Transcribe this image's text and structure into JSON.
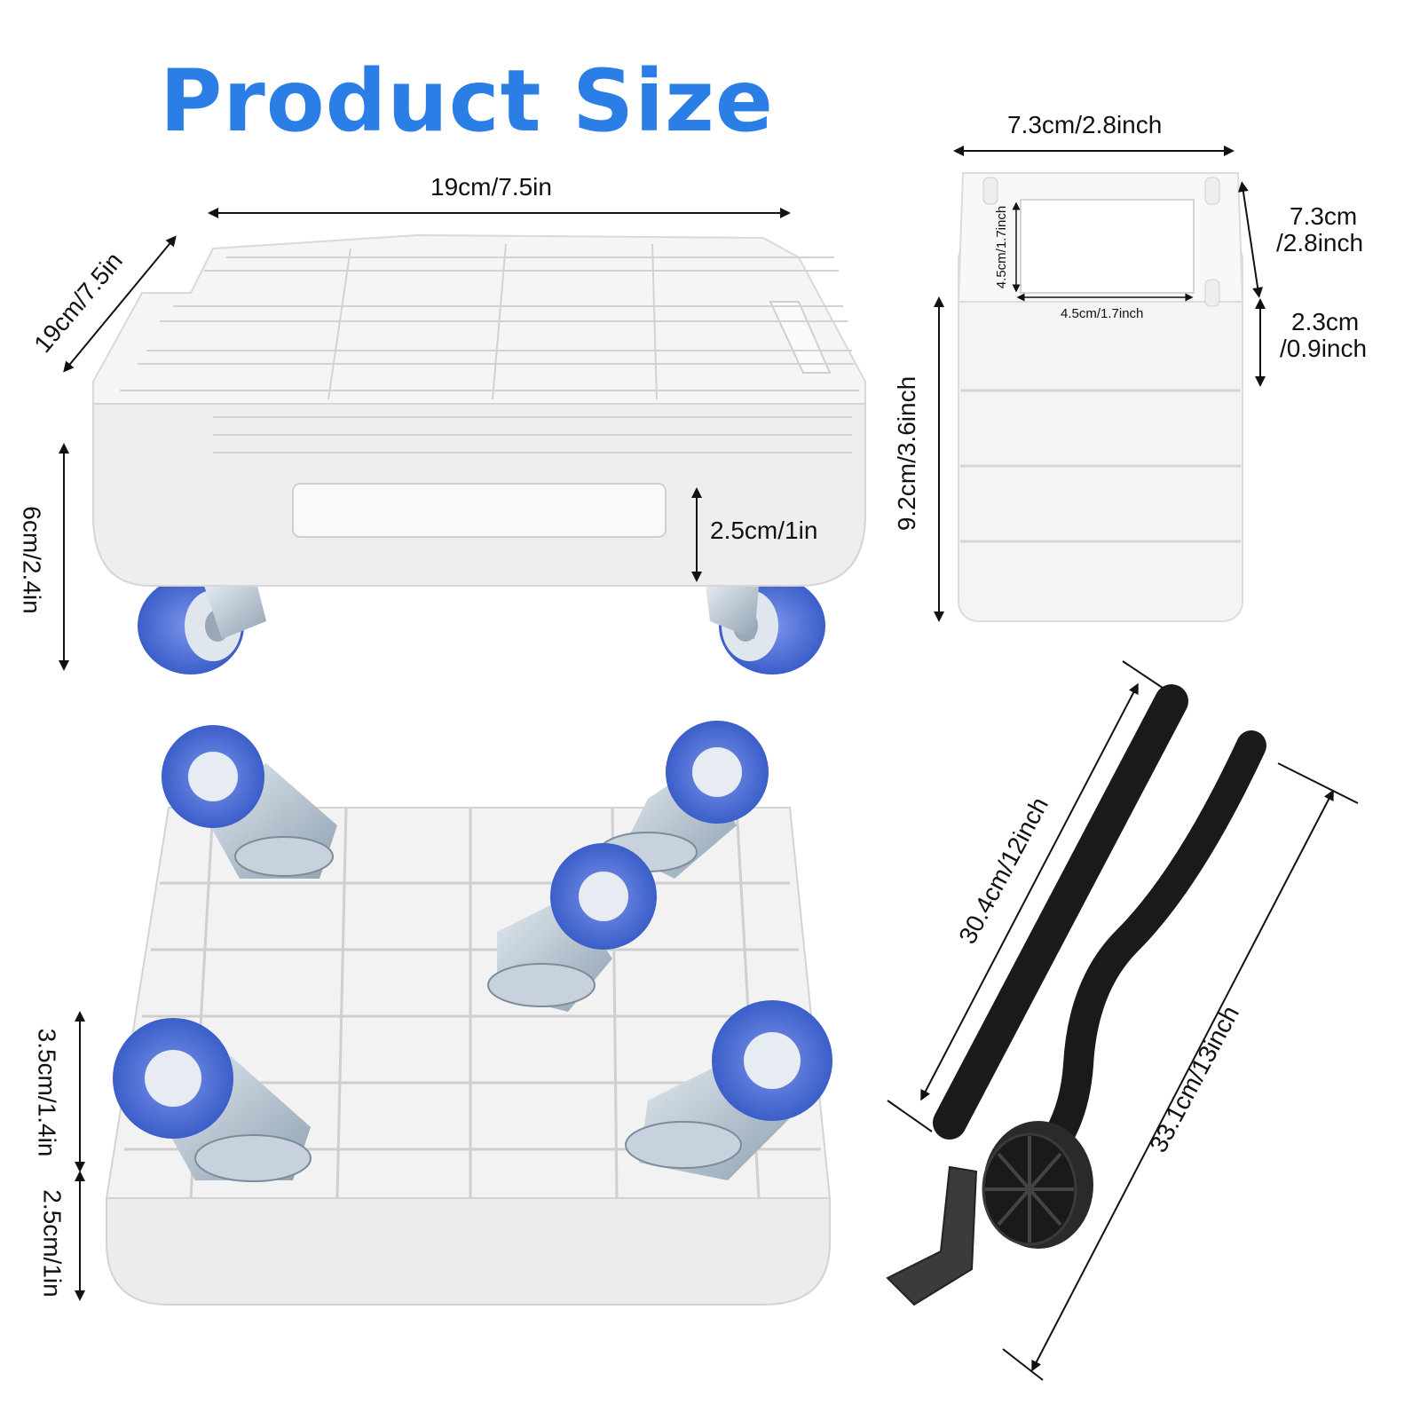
{
  "title": "Product Size",
  "dolly": {
    "width": "19cm/7.5in",
    "depth": "19cm/7.5in",
    "height": "6cm/2.4in",
    "handle_gap": "2.5cm/1in"
  },
  "dolly_bottom": {
    "caster_height": "3.5cm/1.4in",
    "base_height": "2.5cm/1in"
  },
  "riser": {
    "top_width": "7.3cm/2.8inch",
    "top_depth_line1": "7.3cm",
    "top_depth_line2": "/2.8inch",
    "inner_side": "4.5cm/1.7inch",
    "inner_bottom": "4.5cm/1.7inch",
    "layer_line1": "2.3cm",
    "layer_line2": "/0.9inch",
    "total_height": "9.2cm/3.6inch"
  },
  "lever": {
    "bar_length": "30.4cm/12inch",
    "lifter_length": "33.1cm/13inch"
  },
  "colors": {
    "title": "#2a7ee6",
    "wheel": "#4a6fd6",
    "plastic": "#f4f4f4",
    "metal": "#b9c6d2",
    "bar": "#1a1a1a"
  }
}
